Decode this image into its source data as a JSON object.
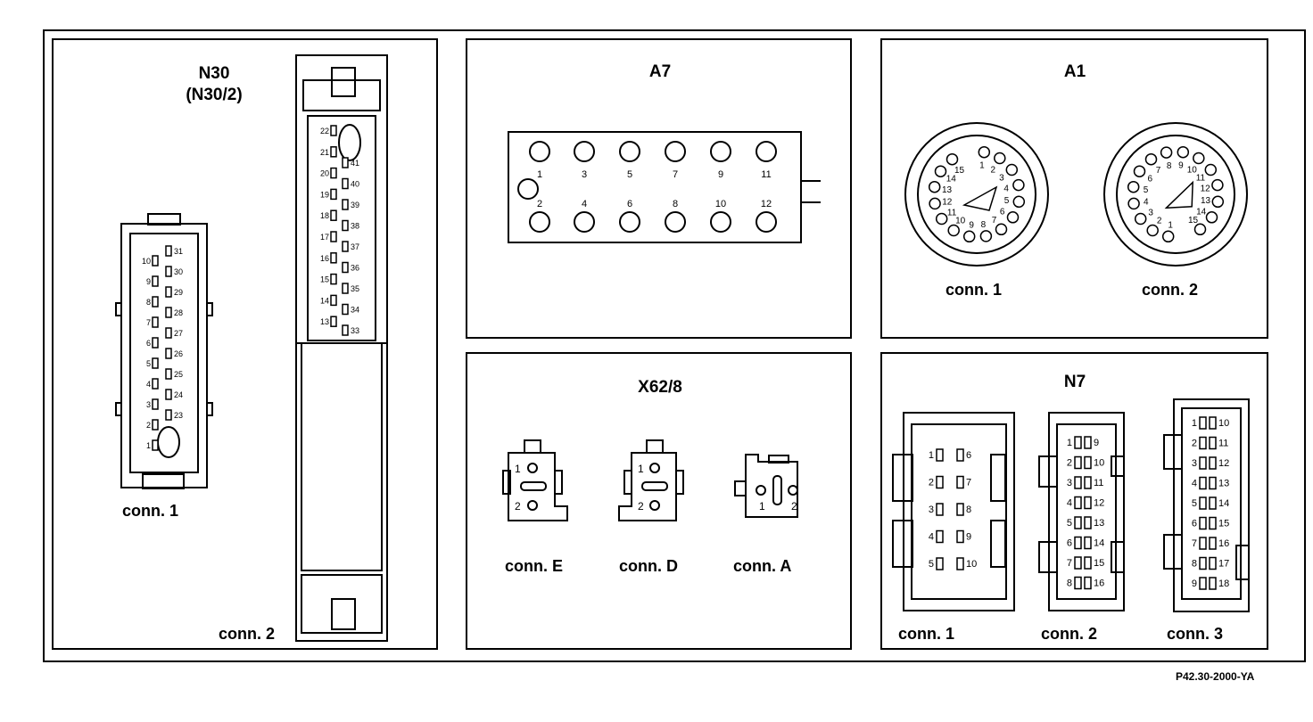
{
  "panels": {
    "n30": {
      "title": "N30",
      "subtitle": "(N30/2)",
      "conn1_label": "conn. 1",
      "conn2_label": "conn. 2",
      "conn1_left_pins": [
        "10",
        "9",
        "8",
        "7",
        "6",
        "5",
        "4",
        "3",
        "2",
        "1"
      ],
      "conn1_right_pins": [
        "31",
        "30",
        "29",
        "28",
        "27",
        "26",
        "25",
        "24",
        "23"
      ],
      "conn2_left_pins": [
        "22",
        "21",
        "20",
        "19",
        "18",
        "17",
        "16",
        "15",
        "14",
        "13"
      ],
      "conn2_right_pins": [
        "41",
        "40",
        "39",
        "38",
        "37",
        "36",
        "35",
        "34",
        "33"
      ]
    },
    "a7": {
      "title": "A7",
      "top_pins": [
        "1",
        "3",
        "5",
        "7",
        "9",
        "11"
      ],
      "bottom_pins": [
        "2",
        "4",
        "6",
        "8",
        "10",
        "12"
      ]
    },
    "a1": {
      "title": "A1",
      "conn1_label": "conn. 1",
      "conn2_label": "conn. 2",
      "conn1_pins": [
        "1",
        "2",
        "3",
        "4",
        "5",
        "6",
        "7",
        "8",
        "9",
        "10",
        "11",
        "12",
        "13",
        "14",
        "15"
      ],
      "conn2_pins": [
        "1",
        "2",
        "3",
        "4",
        "5",
        "6",
        "7",
        "8",
        "9",
        "10",
        "11",
        "12",
        "13",
        "14",
        "15"
      ]
    },
    "x62": {
      "title": "X62/8",
      "connE_label": "conn. E",
      "connD_label": "conn. D",
      "connA_label": "conn. A",
      "pin1": "1",
      "pin2": "2"
    },
    "n7": {
      "title": "N7",
      "conn1_label": "conn. 1",
      "conn2_label": "conn. 2",
      "conn3_label": "conn. 3",
      "conn1_left_pins": [
        "1",
        "2",
        "3",
        "4",
        "5"
      ],
      "conn1_right_pins": [
        "6",
        "7",
        "8",
        "9",
        "10"
      ],
      "conn2_left_pins": [
        "1",
        "2",
        "3",
        "4",
        "5",
        "6",
        "7",
        "8"
      ],
      "conn2_right_pins": [
        "9",
        "10",
        "11",
        "12",
        "13",
        "14",
        "15",
        "16"
      ],
      "conn3_left_pins": [
        "1",
        "2",
        "3",
        "4",
        "5",
        "6",
        "7",
        "8",
        "9"
      ],
      "conn3_right_pins": [
        "10",
        "11",
        "12",
        "13",
        "14",
        "15",
        "16",
        "17",
        "18"
      ]
    }
  },
  "figure_code": "P42.30-2000-YA"
}
